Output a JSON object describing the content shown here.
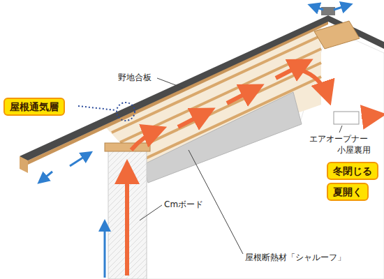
{
  "diagram": {
    "nodes": [
      {
        "text": [
          "屋根通気層"
        ]
      },
      {
        "text": [
          "冬閉じる"
        ]
      },
      {
        "text": [
          "夏開く"
        ]
      }
    ],
    "labels": [
      "野地合板",
      "エアオープナー",
      "小屋裏用",
      "Cmボード",
      "屋根断熱材「シャルーフ」"
    ]
  }
}
